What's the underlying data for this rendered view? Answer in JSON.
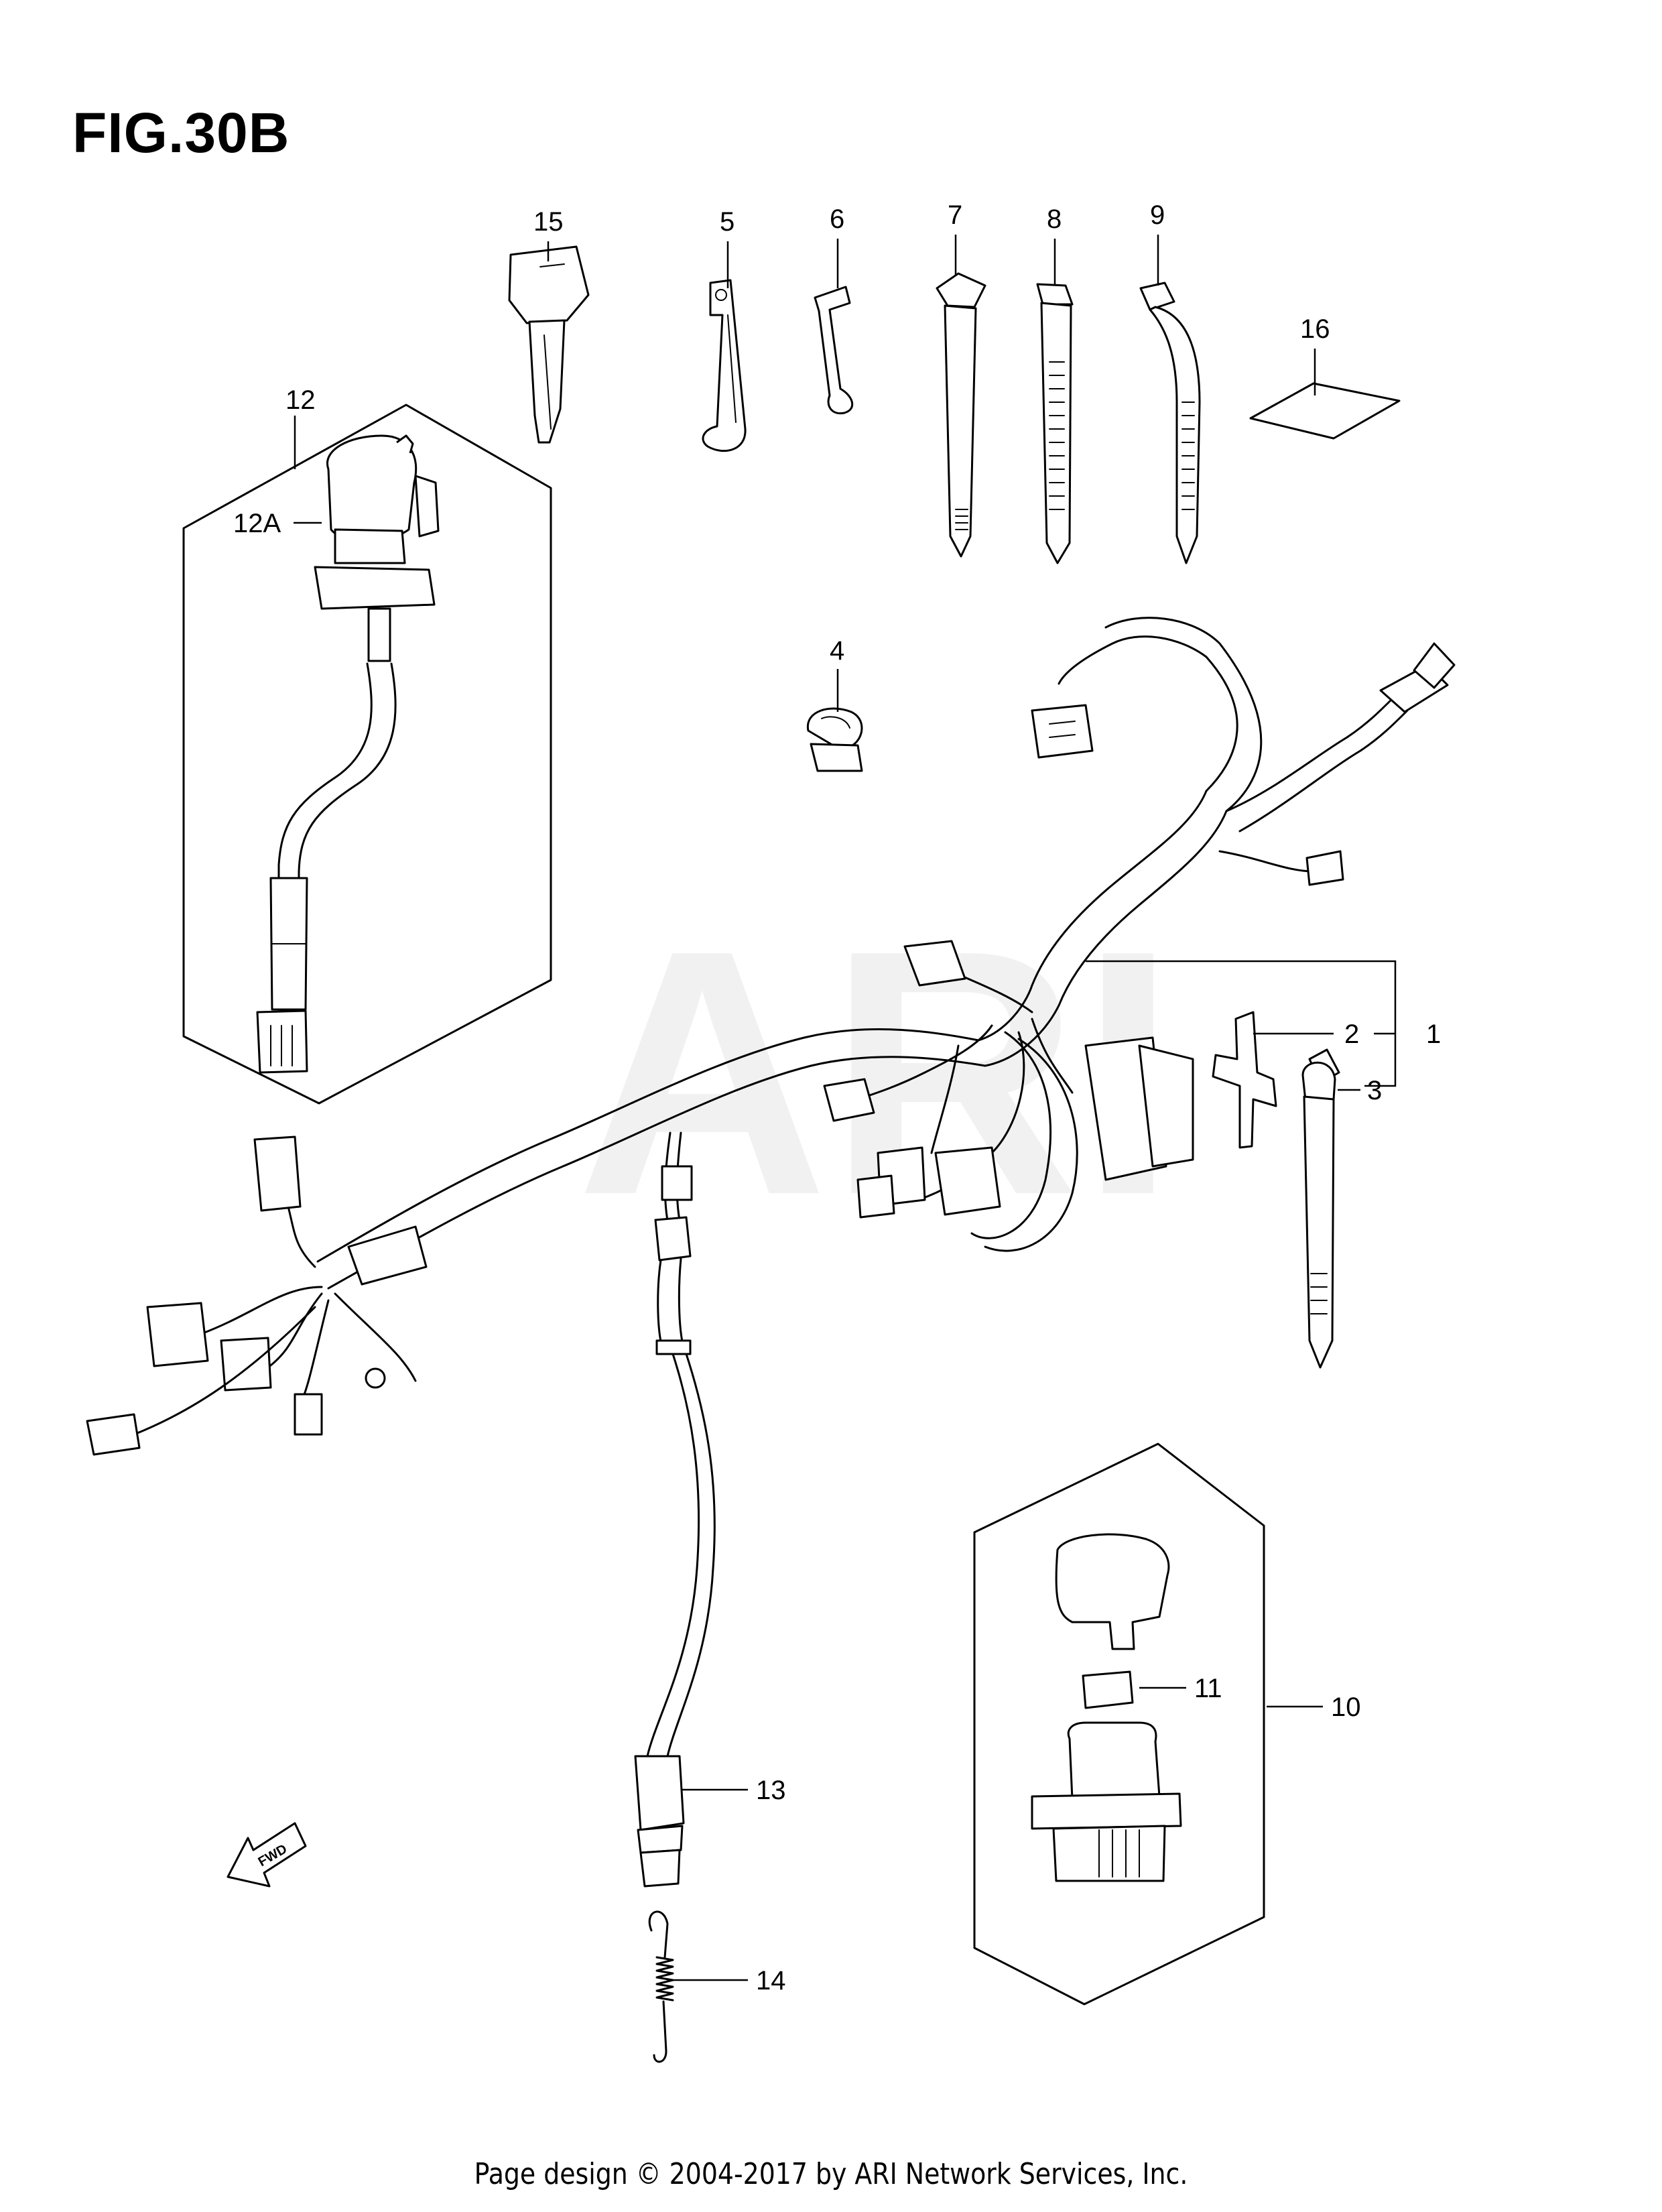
{
  "figure": {
    "title": "FIG.30B"
  },
  "watermark": "ARI",
  "footer": "Page design © 2004-2017 by ARI Network Services, Inc.",
  "callouts": {
    "c1": "1",
    "c2": "2",
    "c3": "3",
    "c4": "4",
    "c5": "5",
    "c6": "6",
    "c7": "7",
    "c8": "8",
    "c9": "9",
    "c10": "10",
    "c11": "11",
    "c12": "12",
    "c12a": "12A",
    "c13": "13",
    "c14": "14",
    "c15": "15",
    "c16": "16"
  },
  "fwd_label": "FWD"
}
